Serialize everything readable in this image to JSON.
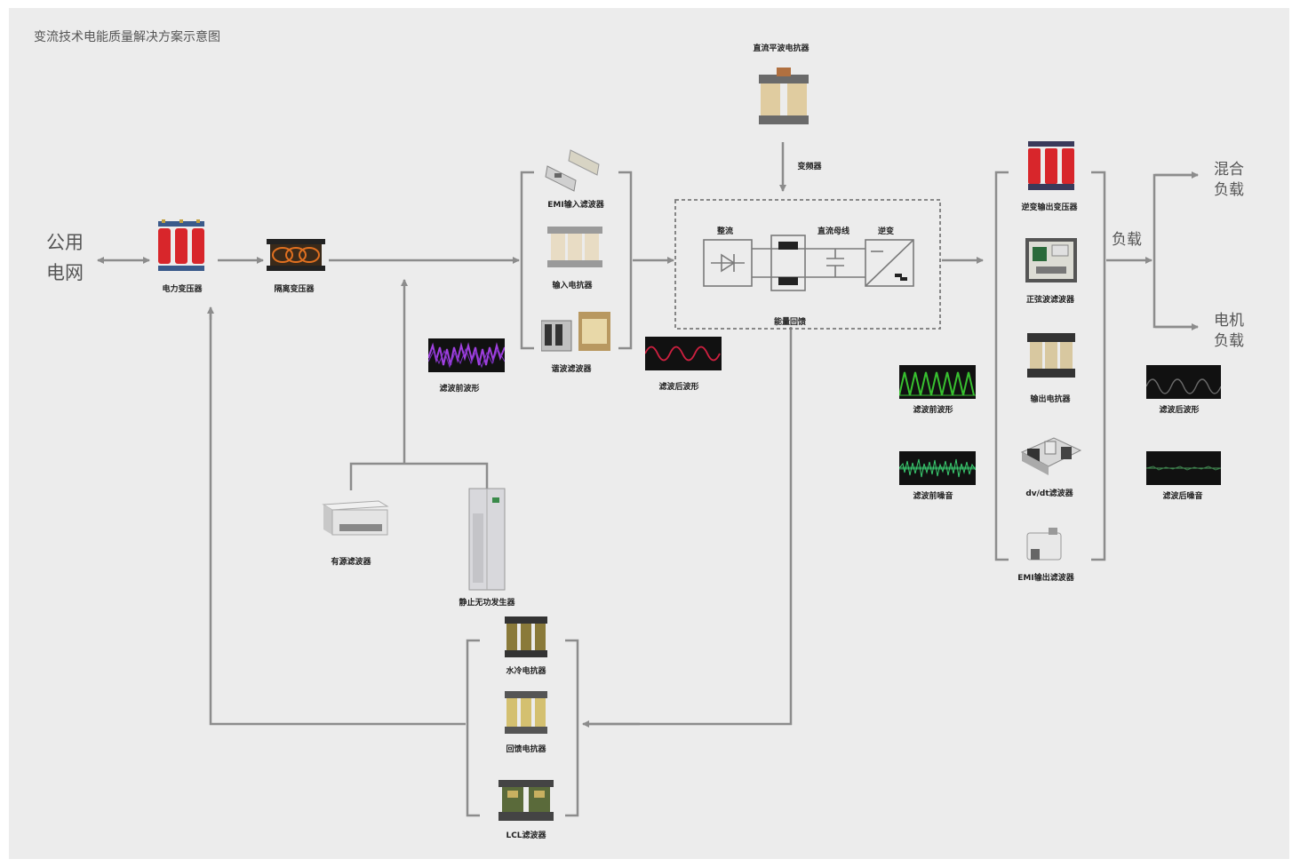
{
  "title": "变流技术电能质量解决方案示意图",
  "grid": {
    "line1": "公用",
    "line2": "电网"
  },
  "mixed_load": {
    "line1": "混合",
    "line2": "负载"
  },
  "motor_load": {
    "line1": "电机",
    "line2": "负载"
  },
  "load_label": "负载",
  "devices": {
    "power_transformer": "电力变压器",
    "isolation_transformer": "隔离变压器",
    "emi_input_filter": "EMI输入滤波器",
    "input_reactor": "输入电抗器",
    "harmonic_filter": "谐波滤波器",
    "dc_smoothing_reactor": "直流平波电抗器",
    "inverter_output_transformer": "逆变输出变压器",
    "sine_filter": "正弦波滤波器",
    "output_reactor": "输出电抗器",
    "dvdt_filter": "dv/dt滤波器",
    "emi_output_filter": "EMI输出滤波器",
    "active_filter": "有源滤波器",
    "svg": "静止无功发生器",
    "water_cooled_reactor": "水冷电抗器",
    "feedback_reactor": "回馈电抗器",
    "lcl_filter": "LCL滤波器"
  },
  "converter": {
    "vfd": "变频器",
    "rectifier": "整流",
    "dc_bus": "直流母线",
    "inverter": "逆变",
    "regen": "能量回馈"
  },
  "waves": {
    "before_wave_1": "滤波前波形",
    "after_wave_1": "滤波后波形",
    "before_wave_2": "滤波前波形",
    "after_wave_2": "滤波后波形",
    "before_noise": "滤波前噪音",
    "after_noise": "滤波后噪音"
  },
  "colors": {
    "wire": "#8c8c8c",
    "background": "#ececec",
    "transformer_red": "#d8262b",
    "wave_purple": "#a040e0",
    "wave_green": "#38c030",
    "wave_red": "#d02040",
    "noise_green": "#3acc70"
  }
}
